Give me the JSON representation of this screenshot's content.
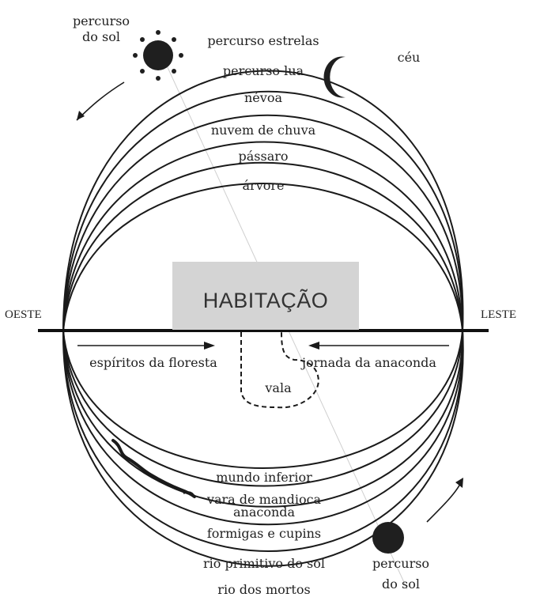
{
  "directions": {
    "west": "OESTE",
    "east": "LESTE"
  },
  "house": {
    "label": "HABITAÇÃO"
  },
  "upper_layers": {
    "sun_path": "percurso\ndo sol",
    "stars": "percurso estrelas",
    "sky": "céu",
    "moon": "percurso lua",
    "mist": "névoa",
    "rain_cloud": "nuvem de chuva",
    "bird": "pássaro",
    "tree": "árvore"
  },
  "ground_row": {
    "forest_spirits": "espíritos da floresta",
    "anaconda_journey": "jornada da anaconda",
    "ditch": "vala"
  },
  "lower_layers": {
    "underworld": "mundo inferior",
    "cassava_stick": "vara de mandioca",
    "anaconda": "anaconda",
    "ants_termites": "formigas e cupins",
    "primordial_river": "rio primitivo do sol",
    "river_of_dead": "rio dos mortos",
    "sun_path": "percurso\ndo sol"
  },
  "icons": [
    "sun-icon",
    "crescent-moon-icon",
    "night-sun-icon",
    "snake-icon",
    "arrow-icon"
  ]
}
